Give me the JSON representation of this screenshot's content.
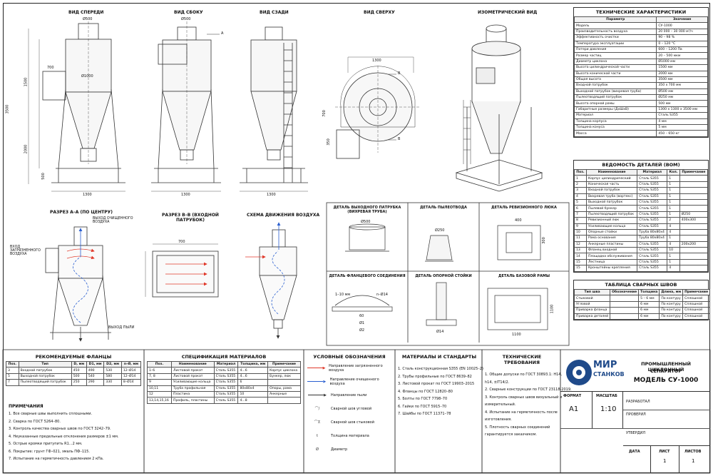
{
  "views": {
    "front": "ВИД СПЕРЕДИ",
    "side": "ВИД СБОКУ",
    "back": "ВИД СЗАДИ",
    "top": "ВИД СВЕРХУ",
    "iso": "ИЗОМЕТРИЧЕСКИЙ ВИД",
    "sectionAA": "РАЗРЕЗ А–А (ПО ЦЕНТРУ)",
    "sectionBB": "РАЗРЕЗ В–В (ВХОДНОЙ ПАТРУБОК)",
    "flow": "СХЕМА ДВИЖЕНИЯ ВОЗДУХА"
  },
  "dims": {
    "d500": "Ø500",
    "d1000": "Ø1000",
    "w700": "700",
    "h1500": "1500",
    "h3500": "3500",
    "h2000": "2000",
    "h500": "500",
    "w1300": "1300",
    "secA": "А",
    "secB": "В",
    "h700": "700",
    "h350": "350",
    "d250": "Ø250",
    "w400": "400",
    "h300": "300",
    "d14": "Ø14",
    "d1": "Ø1",
    "d2": "Ø2",
    "w60": "60",
    "h1100": "1100",
    "w1100": "1100",
    "n14": "n–Ø14",
    "t110": "1–10 мм"
  },
  "flow_labels": {
    "out": "ВЫХОД ОЧИЩЕННОГО ВОЗДУХА",
    "in": "ВХОД ЗАГРЯЗНЕННОГО ВОЗДУХА",
    "dust": "ВЫХОД ПЫЛИ"
  },
  "details": {
    "d1": "ДЕТАЛЬ ВЫХОДНОГО ПАТРУБКА (ВИХРЕВАЯ ТРУБА)",
    "d2": "ДЕТАЛЬ ПЫЛЕОТВОДА",
    "d3": "ДЕТАЛЬ РЕВИЗИОННОГО ЛЮКА",
    "d4": "ДЕТАЛЬ ФЛАНЦЕВОГО СОЕДИНЕНИЯ",
    "d5": "ДЕТАЛЬ ОПОРНОЙ СТОЙКИ",
    "d6": "ДЕТАЛЬ БАЗОВОЙ РАМЫ"
  },
  "specs": {
    "title": "ТЕХНИЧЕСКИЕ ХАРАКТЕРИСТИКИ",
    "headers": [
      "Параметр",
      "Значение"
    ],
    "rows": [
      [
        "Модель",
        "СУ-1000"
      ],
      [
        "Производительность воздуха",
        "20 000 – 30 000 м³/ч"
      ],
      [
        "Эффективность очистки",
        "90 – 98 %"
      ],
      [
        "Температура эксплуатации",
        "0 – 120 °С"
      ],
      [
        "Потери давления",
        "600 – 1200 Па"
      ],
      [
        "Размер частиц",
        "20 – 500 мкм"
      ],
      [
        "Диаметр циклона",
        "Ø1000 мм"
      ],
      [
        "Высота цилиндрической части",
        "1500 мм"
      ],
      [
        "Высота конической части",
        "2000 мм"
      ],
      [
        "Общая высота",
        "3500 мм"
      ],
      [
        "Входной патрубок",
        "350 х 700 мм"
      ],
      [
        "Выходной патрубок (вихревая труба)",
        "Ø500 мм"
      ],
      [
        "Пылеотводящий патрубок",
        "Ø250 мм"
      ],
      [
        "Высота опорной рамы",
        "500 мм"
      ],
      [
        "Габаритные размеры (ДхШхВ)",
        "1300 х 1300 х 3500 мм"
      ],
      [
        "Материал",
        "Сталь S355"
      ],
      [
        "Толщина корпуса",
        "4 мм"
      ],
      [
        "Толщина конуса",
        "5 мм"
      ],
      [
        "Масса",
        "450 – 650 кг"
      ]
    ]
  },
  "bom": {
    "title": "ВЕДОМОСТЬ ДЕТАЛЕЙ (BOM)",
    "headers": [
      "Поз.",
      "Наименование",
      "Материал",
      "Кол.",
      "Примечание"
    ],
    "rows": [
      [
        "1",
        "Корпус цилиндрический",
        "Сталь S355",
        "1",
        ""
      ],
      [
        "2",
        "Коническая часть",
        "Сталь S355",
        "1",
        ""
      ],
      [
        "3",
        "Входной патрубок",
        "Сталь S355",
        "1",
        ""
      ],
      [
        "4",
        "Вихревая труба (вортекс)",
        "Сталь S355",
        "1",
        ""
      ],
      [
        "5",
        "Выходной патрубок",
        "Сталь S355",
        "1",
        ""
      ],
      [
        "6",
        "Пылевой бункер",
        "Сталь S355",
        "1",
        ""
      ],
      [
        "7",
        "Пылеотводящий патрубок",
        "Сталь S355",
        "1",
        "Ø250"
      ],
      [
        "8",
        "Ревизионный люк",
        "Сталь S355",
        "2",
        "400х300"
      ],
      [
        "9",
        "Усиливающие кольца",
        "Сталь S355",
        "4",
        ""
      ],
      [
        "10",
        "Опорные стойки",
        "Труба 80х80х4",
        "4",
        ""
      ],
      [
        "11",
        "Рама основания",
        "Труба 80х80х4",
        "1",
        ""
      ],
      [
        "12",
        "Анкерные пластины",
        "Сталь S355",
        "4",
        "200х200"
      ],
      [
        "13",
        "Фланец входной",
        "Сталь S355",
        "10",
        ""
      ],
      [
        "14",
        "Площадка обслуживания",
        "Сталь S355",
        "1",
        ""
      ],
      [
        "15",
        "Лестница",
        "Сталь S355",
        "1",
        ""
      ],
      [
        "15",
        "Кронштейны крепления",
        "Сталь S355",
        "4",
        ""
      ]
    ]
  },
  "welds": {
    "title": "ТАБЛИЦА СВАРНЫХ ШВОВ",
    "headers": [
      "Тип шва",
      "Обозначение",
      "Толщина",
      "Длина, мм",
      "Примечание"
    ],
    "rows": [
      [
        "Стыковой",
        "",
        "5 – 6 мм",
        "По контуру",
        "Сплошной"
      ],
      [
        "Угловой",
        "",
        "6 мм",
        "По контуру",
        "Сплошной"
      ],
      [
        "Приварка фланца",
        "",
        "6 мм",
        "По контуру",
        "Сплошной"
      ],
      [
        "Приварка деталей",
        "",
        "6 мм",
        "По контуру",
        "Сплошной"
      ]
    ]
  },
  "flanges": {
    "title": "РЕКОМЕНДУЕМЫЕ ФЛАНЦЫ",
    "headers": [
      "Поз.",
      "Тип",
      "D, мм",
      "D1, мм",
      "D2, мм",
      "n–Ø, мм"
    ],
    "rows": [
      [
        "3",
        "Входной патрубок",
        "450",
        "490",
        "530",
        "12–Ø14"
      ],
      [
        "5",
        "Выходной патрубок",
        "500",
        "540",
        "580",
        "12–Ø14"
      ],
      [
        "7",
        "Пылеотводящий патрубок",
        "250",
        "290",
        "330",
        "8–Ø14"
      ]
    ]
  },
  "notes": {
    "title": "ПРИМЕЧАНИЯ",
    "items": [
      "1.  Все сварные швы выполнить сплошными.",
      "2.  Сварка по ГОСТ 5264–80.",
      "3.  Контроль качества сварных швов по ГОСТ 3242–79.",
      "4.  Неуказанные предельные отклонения размеров ±1 мм.",
      "5.  Острые кромки притупить R1...2 мм.",
      "6.  Покрытие: грунт ГФ–021, эмаль ПФ–115.",
      "7.  Испытание на герметичность давлением 2 кПа."
    ]
  },
  "materials_spec": {
    "title": "СПЕЦИФИКАЦИЯ МАТЕРИАЛОВ",
    "headers": [
      "Поз.",
      "Наименование",
      "Материал",
      "Толщина, мм",
      "Примечание"
    ],
    "rows": [
      [
        "1–6",
        "Листовой прокат",
        "Сталь S355",
        "4...6",
        "Корпус циклона"
      ],
      [
        "7, 8",
        "Листовой прокат",
        "Сталь S355",
        "4...6",
        "Бункер, люк"
      ],
      [
        "9",
        "Усиливающие кольца",
        "Сталь S355",
        "6",
        ""
      ],
      [
        "10,11",
        "Труба профильная",
        "Сталь S355",
        "80х80х4",
        "Опоры, рама"
      ],
      [
        "12",
        "Пластина",
        "Сталь S355",
        "10",
        "Анкерные"
      ],
      [
        "13,14,15,16",
        "Профиль, пластины",
        "Сталь S355",
        "4...8",
        ""
      ]
    ]
  },
  "legend": {
    "title": "УСЛОВНЫЕ ОБОЗНАЧЕНИЯ",
    "items": [
      {
        "label": "Направление загрязненного воздуха",
        "color": "#e0392b",
        "kind": "arrow"
      },
      {
        "label": "Направление очищенного воздуха",
        "color": "#2a5fd0",
        "kind": "arrow"
      },
      {
        "label": "Направление пыли",
        "color": "#333333",
        "kind": "arrow"
      },
      {
        "label": "Сварной шов угловой",
        "color": "#333333",
        "kind": "weld1"
      },
      {
        "label": "Сварной шов стыковой",
        "color": "#333333",
        "kind": "weld2"
      },
      {
        "label": "Толщина материала",
        "color": "#333333",
        "kind": "t",
        "sym": "t"
      },
      {
        "label": "Диаметр",
        "color": "#333333",
        "kind": "d",
        "sym": "Ø"
      }
    ]
  },
  "standards": {
    "title": "МАТЕРИАЛЫ И СТАНДАРТЫ",
    "items": [
      "1.  Сталь конструкционная S355 (EN 10025–2)",
      "2.  Трубы профильные по ГОСТ 8639–82",
      "3.  Листовой прокат по ГОСТ 19903–2015",
      "4.  Фланцы по ГОСТ 12820–80",
      "5.  Болты по ГОСТ 7798–70",
      "6.  Гайки по ГОСТ 5915–70",
      "7.  Шайбы по ГОСТ 11371–78"
    ]
  },
  "tech_req": {
    "title": "ТЕХНИЧЕСКИЕ ТРЕБОВАНИЯ",
    "items": [
      "1.  Общие допуски по ГОСТ 30893.1: H14,",
      "     h14, ±IT14/2.",
      "2.  Сварные конструкции по ГОСТ 23118-2019.",
      "3.  Контроль сварных швов визуальный и",
      "     измерительный.",
      "4.  Испытание на герметичность после",
      "     изготовления.",
      "5.  Плотность сварных соединений",
      "     гарантируется заказчиком."
    ]
  },
  "title_block": {
    "logo1": "МИР",
    "logo2": "СТАНКОВ",
    "name1": "ПРОМЫШЛЕННЫЙ ЦИКЛОННЫЙ",
    "name2": "СЕПАРАТОР",
    "model": "МОДЕЛЬ СУ-1000",
    "format_label": "ФОРМАТ",
    "format": "A1",
    "scale_label": "МАСШТАБ",
    "scale": "1:10",
    "dev": "РАЗРАБОТАЛ",
    "check": "ПРОВЕРИЛ",
    "approve": "УТВЕРДИЛ",
    "date_label": "ДАТА",
    "sheet_label": "ЛИСТ",
    "sheet": "1",
    "sheets_label": "ЛИСТОВ",
    "sheets": "1"
  }
}
